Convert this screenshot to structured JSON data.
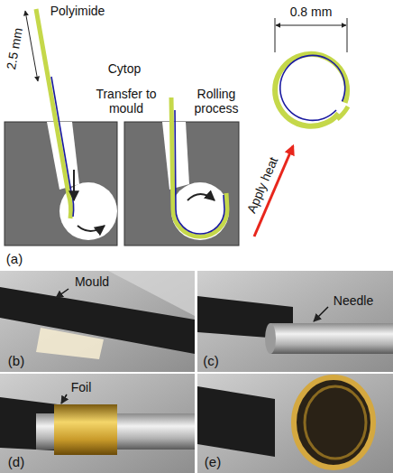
{
  "diagram": {
    "labels": [
      "Polyimide",
      "2.5 mm",
      "Cytop",
      "Transfer to mould",
      "Rolling process",
      "0.8 mm",
      "Apply heat",
      "(a)",
      "Mould",
      "(b)",
      "Needle",
      "(c)",
      "Foil",
      "(d)",
      "(e)"
    ]
  }
}
